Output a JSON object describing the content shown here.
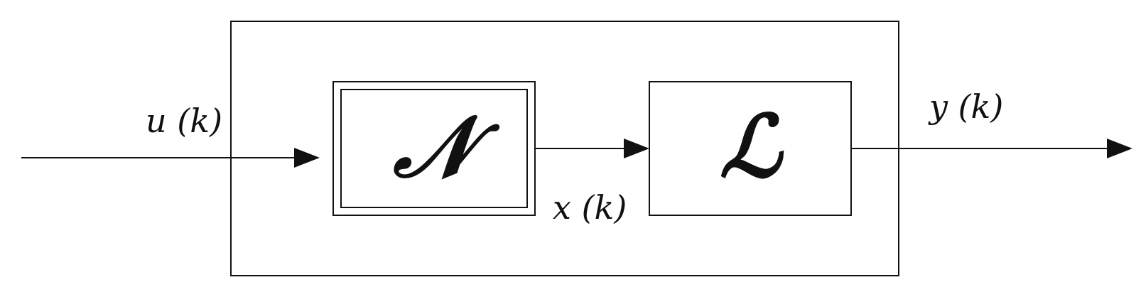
{
  "blocks": {
    "nonlinear": {
      "symbol": "𝒩"
    },
    "linear": {
      "symbol": "ℒ"
    }
  },
  "signals": {
    "input": "u (k)",
    "intermediate": "x (k)",
    "output": "y (k)"
  }
}
